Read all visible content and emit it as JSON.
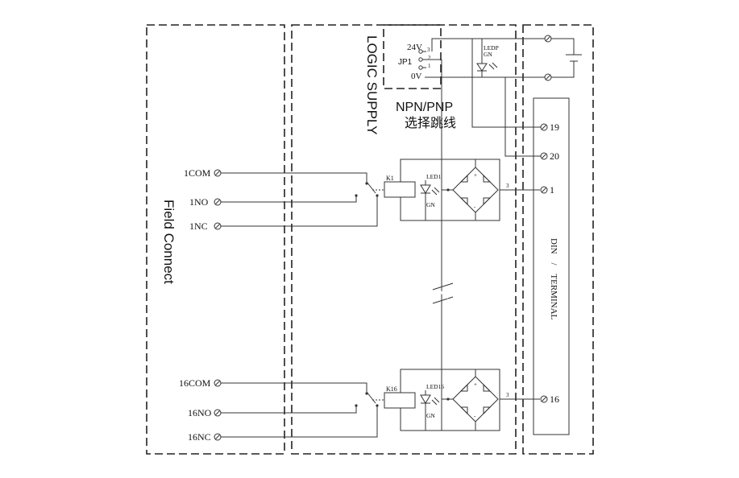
{
  "sections": {
    "field_connect": "Field Connect",
    "logic_supply": "LOGIC SUPPLY",
    "npn_pnp_line1": "NPN/PNP",
    "npn_pnp_line2": "选择跳线",
    "din_terminal": "DIN    /    TERMINAL"
  },
  "jumper": {
    "label": "JP1",
    "v24": "24V",
    "v0": "0V",
    "pin3": "3",
    "pin2": "2",
    "pin1": "1"
  },
  "power_led": {
    "name": "LEDP",
    "color": "GN"
  },
  "terminals": {
    "t19": "19",
    "t20": "20",
    "t1": "1",
    "t16": "16"
  },
  "channel1": {
    "relay": "K1",
    "led": "LED1",
    "led_color": "GN",
    "com": "1COM",
    "no": "1NO",
    "nc": "1NC",
    "bridge_pin": "3"
  },
  "channel16": {
    "relay": "K16",
    "led": "LED16",
    "led_color": "GN",
    "com": "16COM",
    "no": "16NO",
    "nc": "16NC",
    "bridge_pin": "3"
  },
  "bridge_marks": {
    "plus": "+",
    "minus": "-",
    "tilde": "~"
  }
}
